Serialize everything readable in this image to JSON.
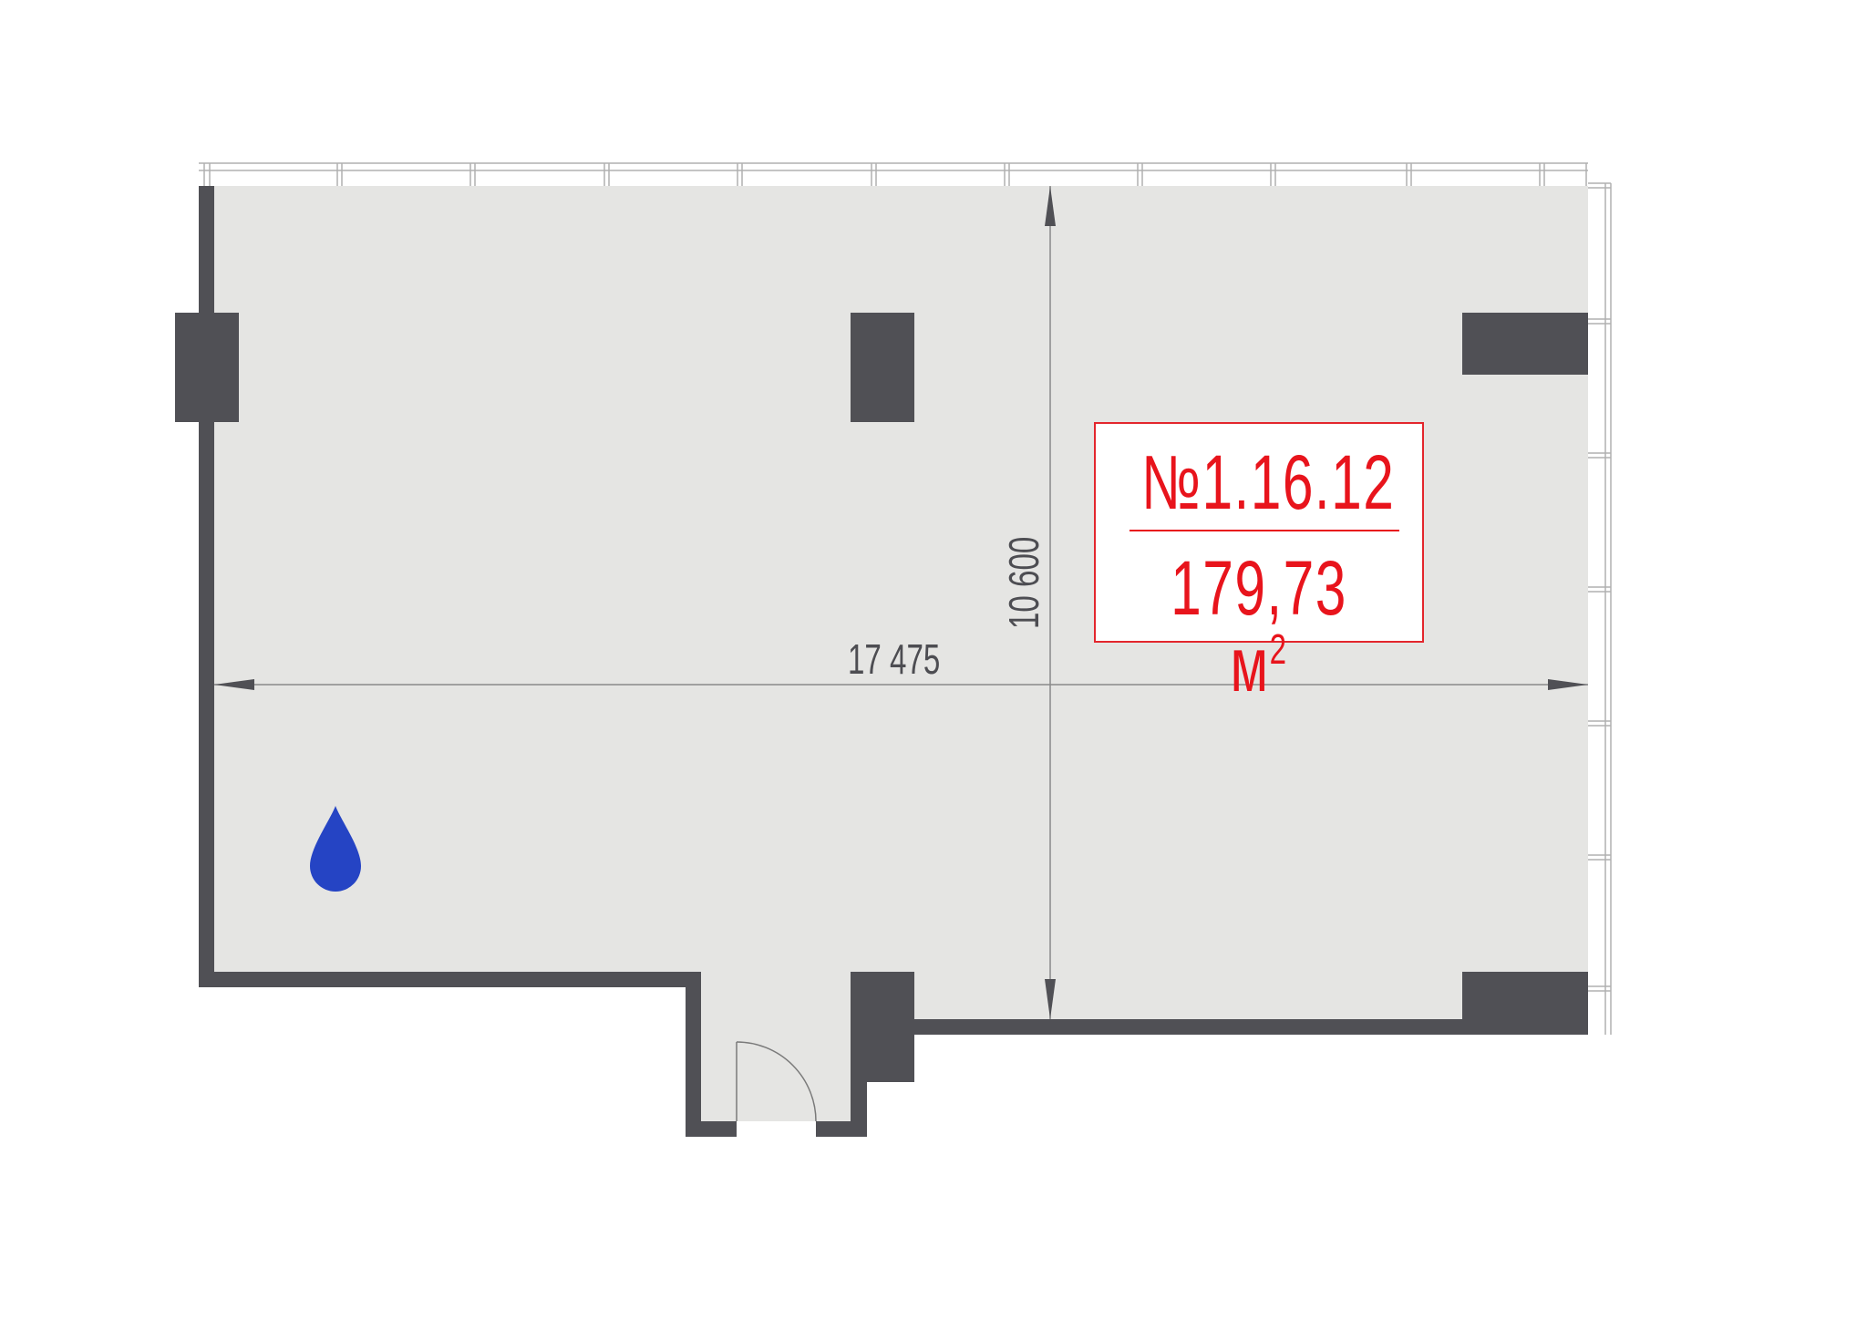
{
  "plan": {
    "unit_number": "№1.16.12",
    "area_value": "179,73 м",
    "area_unit_superscript": "2",
    "dimension_width": "17 475",
    "dimension_depth": "10 600",
    "icons": [
      "water-drop-icon",
      "door-swing-icon"
    ],
    "colors": {
      "floor": "#e5e5e3",
      "walls": "#505055",
      "label_red": "#e8141c",
      "water_drop": "#2544c4",
      "dimension_lines": "#8a8a8a",
      "railing": "#a8a8a8"
    }
  }
}
